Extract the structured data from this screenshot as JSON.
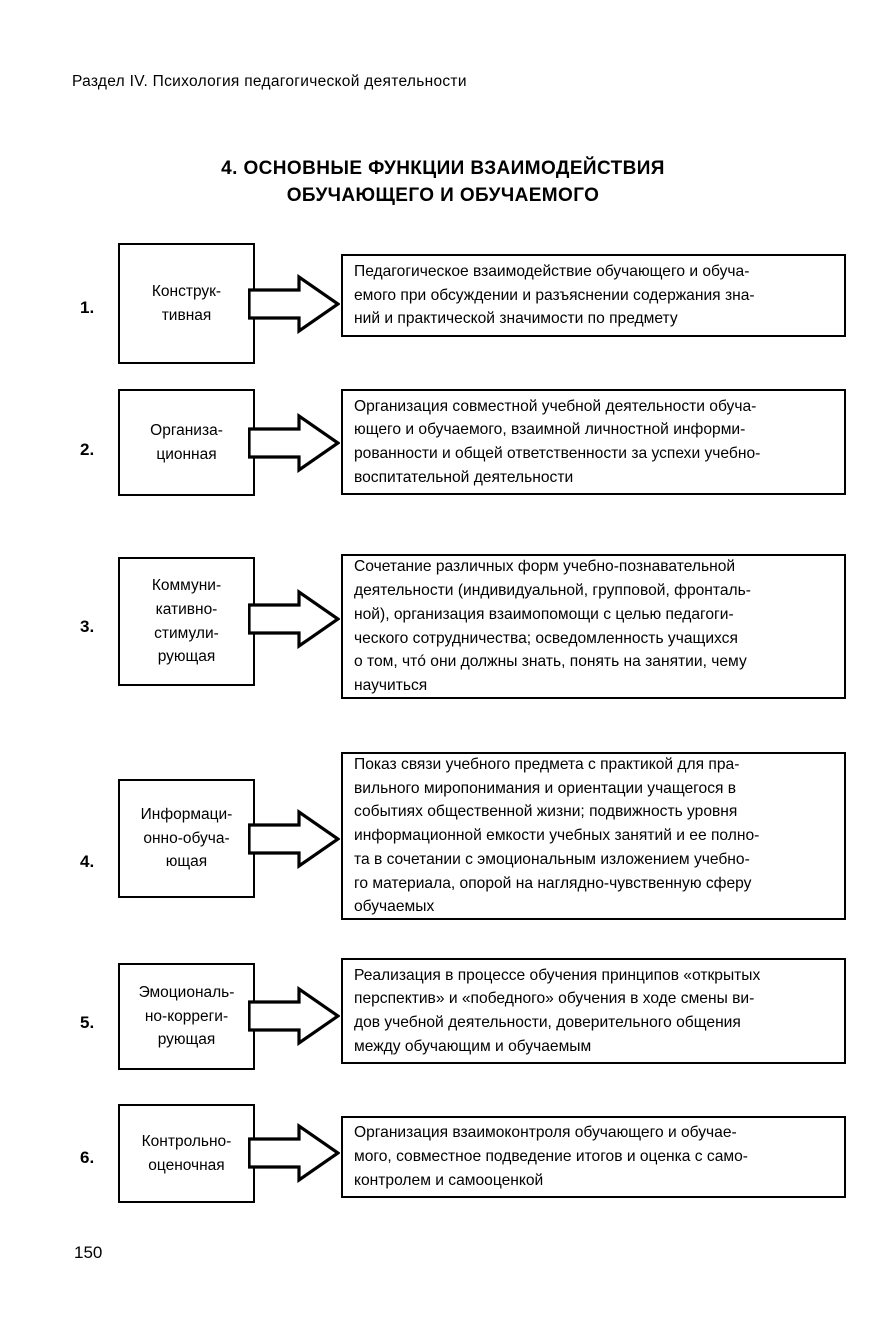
{
  "page": {
    "running_head": "Раздел IV. Психология педагогической деятельности",
    "title_line1": "4. ОСНОВНЫЕ ФУНКЦИИ ВЗАИМОДЕЙСТВИЯ",
    "title_line2": "ОБУЧАЮЩЕГО И ОБУЧАЕМОГО",
    "page_number": "150",
    "ink_color": "#000000",
    "paper_color": "#ffffff"
  },
  "functions": [
    {
      "number": "1.",
      "name": "Конструк-\nтивная",
      "description": "Педагогическое взаимодействие обучающего и обуча-\nемого при обсуждении и разъяснении содержания зна-\nний и практической значимости по предмету"
    },
    {
      "number": "2.",
      "name": "Организа-\nционная",
      "description": "Организация совместной  учебной деятельности обуча-\nющего и обучаемого, взаимной личностной информи-\nрованности и общей ответственности за успехи учебно-\nвоспитательной деятельности"
    },
    {
      "number": "3.",
      "name": "Коммуни-\nкативно-\nстимули-\nрующая",
      "description": "Сочетание различных форм учебно-познавательной\nдеятельности (индивидуальной, групповой, фронталь-\nной), организация взаимопомощи с целью педагоги-\nческого сотрудничества; осведомленность учащихся\nо том, чтó они должны знать, понять на занятии, чему\nнаучиться"
    },
    {
      "number": "4.",
      "name": "Информаци-\nонно-обуча-\nющая",
      "description": "Показ связи учебного предмета с практикой для пра-\nвильного миропонимания и ориентации учащегося в\nсобытиях общественной жизни; подвижность уровня\nинформационной емкости учебных занятий и ее полно-\nта в сочетании с эмоциональным изложением учебно-\nго материала, опорой на наглядно-чувственную сферу\nобучаемых"
    },
    {
      "number": "5.",
      "name": "Эмоциональ-\nно-корреги-\nрующая",
      "description": "Реализация в процессе обучения принципов «открытых\nперспектив» и «победного» обучения в ходе смены ви-\nдов учебной деятельности, доверительного общения\nмежду обучающим и обучаемым"
    },
    {
      "number": "6.",
      "name": "Контрольно-\nоценочная",
      "description": "Организация взаимоконтроля обучающего и обучае-\nмого, совместное подведение итогов и оценка с само-\nконтролем и самооценкой"
    }
  ]
}
